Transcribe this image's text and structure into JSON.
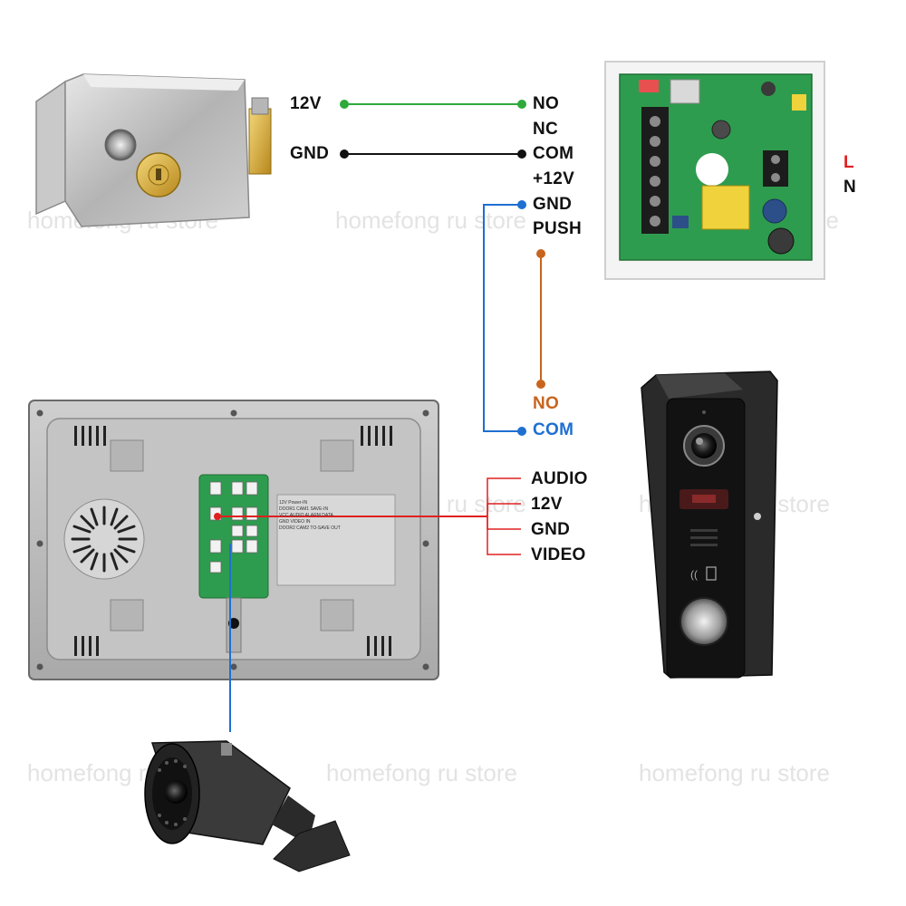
{
  "watermark": "homefong ru store",
  "colors": {
    "green": "#2eaa3a",
    "black": "#111111",
    "blue": "#1e6fd1",
    "orange": "#c8641e",
    "red": "#e02020"
  },
  "lock": {
    "terminals": [
      "12V",
      "GND"
    ]
  },
  "power_supply": {
    "terminals": [
      "NO",
      "NC",
      "COM",
      "+12V",
      "GND",
      "PUSH"
    ],
    "mains": [
      "L",
      "N"
    ]
  },
  "exit_button": {
    "terminals": [
      "NO",
      "COM"
    ]
  },
  "camera_port": {
    "terminals": [
      "AUDIO",
      "12V",
      "GND",
      "VIDEO"
    ]
  },
  "monitor_panel": {
    "labels": [
      "DOOR1",
      "CAM1",
      "SAVE-IN",
      "DOOR2",
      "CAM2",
      "TO-SAVE",
      "VCC",
      "AUDIO",
      "GND",
      "VIDEO",
      "ALARM",
      "DATA",
      "IN",
      "OUT",
      "12V",
      "Power-IN"
    ]
  }
}
